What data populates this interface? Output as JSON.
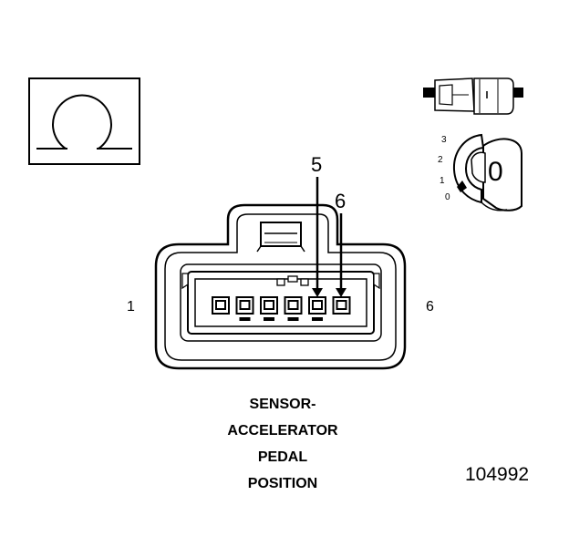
{
  "connector": {
    "pin_left_label": "1",
    "pin_right_label": "6",
    "callout_5": "5",
    "callout_6": "6",
    "pin_count": 6
  },
  "title_lines": [
    "SENSOR-",
    "ACCELERATOR",
    "PEDAL",
    "POSITION"
  ],
  "figure_number": "104992",
  "symbols": {
    "omega": "omega-symbol-icon",
    "connector_side_view": "connector-side-view-icon",
    "terminal_dial": "terminal-position-dial-icon"
  },
  "dial": {
    "labels": [
      "3",
      "2",
      "1",
      "0"
    ],
    "current": "0"
  }
}
